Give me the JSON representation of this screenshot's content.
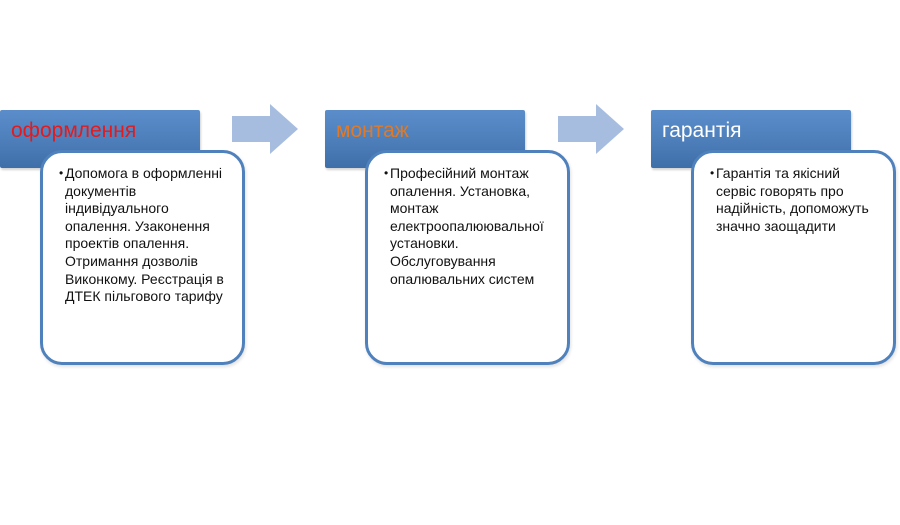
{
  "steps": [
    {
      "title": "оформлення",
      "title_color": "#e41a1c",
      "text": "Допомога в оформленні документів індивідуального опалення. Узаконення проектів опалення. Отримання дозволів Виконкому. Реєстрація в ДТЕК пільгового тарифу"
    },
    {
      "title": "монтаж",
      "title_color": "#e07a28",
      "text": "Професійний монтаж опалення. Установка, монтаж електроопалюювальної установки. Обслуговування опалювальних систем"
    },
    {
      "title": "гарантія",
      "title_color": "#ffffff",
      "text": "Гарантія та якісний сервіс говорять про надійність, допоможуть значно заощадити"
    }
  ],
  "colors": {
    "header_fill": "#4f81bd",
    "card_border": "#4f81bd",
    "arrow_fill": "#a7bde0"
  },
  "icons": {
    "connector": "right-arrow-icon"
  }
}
